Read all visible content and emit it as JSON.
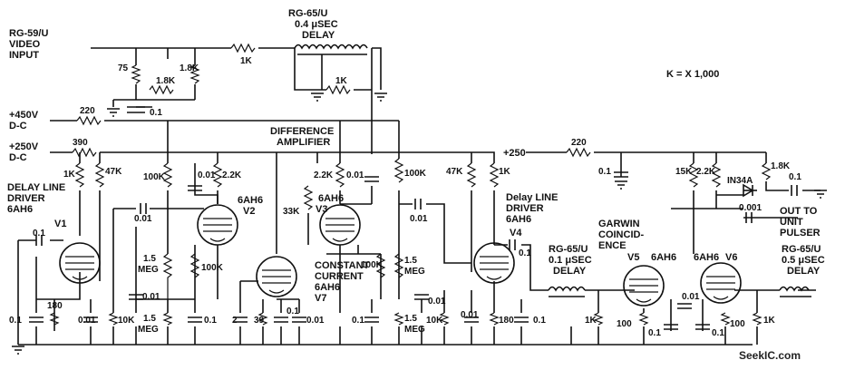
{
  "labels": {
    "video_input": [
      "RG-59/U",
      "VIDEO",
      "INPUT"
    ],
    "delay_top": [
      "RG-65/U",
      "0.4 μSEC",
      "DELAY"
    ],
    "scale_note": "K = X 1,000",
    "supply_450": [
      "+450V",
      "D-C"
    ],
    "supply_250": [
      "+250V",
      "D-C"
    ],
    "supply_250b": "+250",
    "diff_amp": [
      "DIFFERENCE",
      "AMPLIFIER"
    ],
    "dld1": [
      "DELAY LINE",
      "DRIVER",
      "6AH6"
    ],
    "dld2": [
      "Delay LINE",
      "DRIVER",
      "6AH6"
    ],
    "constant_current": [
      "CONSTANT",
      "CURRENT",
      "6AH6",
      "V7"
    ],
    "garwin": [
      "GARWIN",
      "COINCID-",
      "ENCE"
    ],
    "delay_01": [
      "RG-65/U",
      "0.1 μSEC",
      "DELAY"
    ],
    "delay_05": [
      "RG-65/U",
      "0.5 μSEC",
      "DELAY"
    ],
    "out_to": [
      "OUT TO",
      "UNIT",
      "PULSER"
    ],
    "watermark": "SeekIC.com"
  },
  "tubes": {
    "v1": "V1",
    "v2": [
      "6AH6",
      "V2"
    ],
    "v3": [
      "6AH6",
      "V3"
    ],
    "v4": "V4",
    "v5": [
      "V5",
      "6AH6"
    ],
    "v6": [
      "6AH6",
      "V6"
    ]
  },
  "components": {
    "r_75": "75",
    "r_1k8a": "1.8K",
    "r_1k8b": "1.8K",
    "r_1k_top": "1K",
    "r_1k_delay": "1K",
    "c_01a": "0.1",
    "r_220a": "220",
    "r_390": "390",
    "r_1k_v1": "1K",
    "r_47k_a": "47K",
    "r_100k_a": "100K",
    "c_001_a": "0.01",
    "r_2k2_a": "2.2K",
    "c_001_b": "0.01",
    "r_15meg_a": "1.5\nMEG",
    "c_001_c": "0.01",
    "r_15meg_b": "1.5\nMEG",
    "r_100k_b": "100K",
    "c_01_b": "0.1",
    "c_01_v1": "0.1",
    "r_180_a": "180",
    "c_001_v1": "0.01",
    "r_10k_a": "10K",
    "r_33k": "33K",
    "r_6ah6_v3": "6AH6",
    "r_2k2_b": "2.2K",
    "c_001_d": "0.01",
    "r_100k_c": "100K",
    "c_001_e": "0.01",
    "r_100k_d": "100K",
    "r_15meg_c": "1.5\nMEG",
    "r_15meg_d": "1.5\nMEG",
    "c_01_c": "0.1",
    "c_001_f": "0.01",
    "c_2": "2",
    "r_39": "39",
    "c_01_d": "0.1",
    "c_001_g": "0.01",
    "r_47k_b": "47K",
    "r_1k_v4": "1K",
    "c_001_h": "0.01",
    "r_10k_b": "10K",
    "r_180_b": "180",
    "c_01_e": "0.1",
    "c_01_v4": "0.1",
    "r_220b": "220",
    "c_01_f": "0.1",
    "r_15k": "15K",
    "r_2k2_c": "2.2K",
    "d_in34a": "IN34A",
    "r_1k8c": "1.8K",
    "c_01_g": "0.1",
    "c_0001": "0.001",
    "r_1k_v5": "1K",
    "r_100_a": "100",
    "c_01_h": "0.1",
    "c_001_i": "0.01",
    "c_01_i": "0.1",
    "r_100_b": "100",
    "r_1k_out": "1K"
  }
}
